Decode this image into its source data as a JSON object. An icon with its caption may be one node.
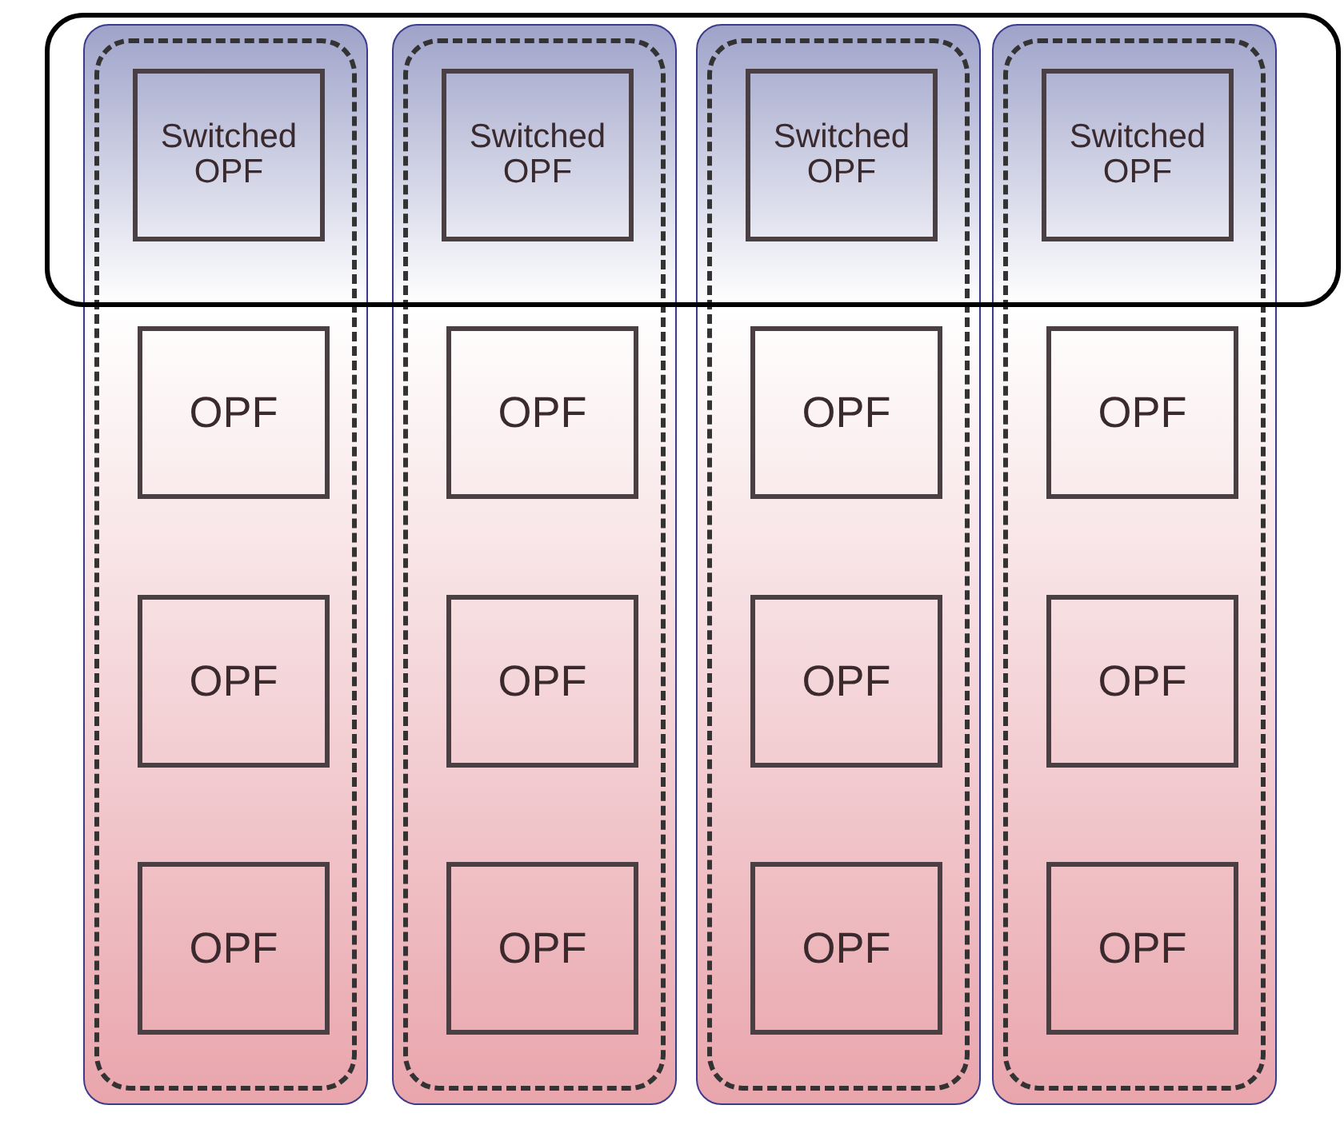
{
  "diagram": {
    "nodes": [
      {
        "text": [],
        "shape": "box"
      },
      {
        "text": [],
        "shape": "box"
      },
      {
        "text": [],
        "shape": "box",
        "in": 1
      },
      {
        "text": [
          "Switched OPF"
        ]
      },
      {
        "text": [
          "OPF"
        ],
        "in": 2
      },
      {
        "text": [
          "OPF"
        ],
        "in": 2
      },
      {
        "text": [
          "OPF"
        ],
        "in": 2
      },
      {
        "text": [],
        "shape": "box"
      },
      {
        "text": [],
        "shape": "box",
        "in": 7
      },
      {
        "text": [
          "Switched OPF"
        ]
      },
      {
        "text": [
          "OPF"
        ],
        "in": 8
      },
      {
        "text": [
          "OPF"
        ],
        "in": 8
      },
      {
        "text": [
          "OPF"
        ],
        "in": 8
      },
      {
        "text": [],
        "shape": "box"
      },
      {
        "text": [],
        "shape": "box",
        "in": 13
      },
      {
        "text": [
          "Switched OPF"
        ]
      },
      {
        "text": [
          "OPF"
        ],
        "in": 14
      },
      {
        "text": [
          "OPF"
        ],
        "in": 14
      },
      {
        "text": [
          "OPF"
        ],
        "in": 14
      },
      {
        "text": [],
        "shape": "box"
      },
      {
        "text": [],
        "shape": "box",
        "in": 19
      },
      {
        "text": [
          "Switched OPF"
        ]
      },
      {
        "text": [
          "OPF"
        ],
        "in": 20
      },
      {
        "text": [
          "OPF"
        ],
        "in": 20
      },
      {
        "text": [
          "OPF"
        ],
        "in": 20
      }
    ],
    "edges": []
  }
}
